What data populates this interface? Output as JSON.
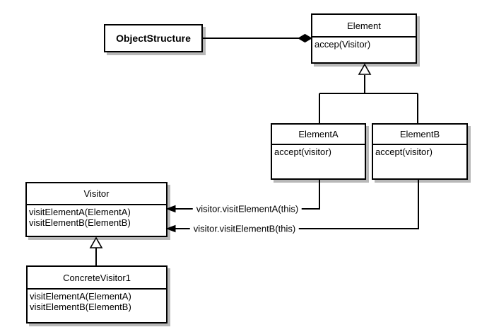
{
  "classes": {
    "object_structure": {
      "name": "ObjectStructure"
    },
    "element": {
      "name": "Element",
      "methods": [
        "accep(Visitor)"
      ]
    },
    "element_a": {
      "name": "ElementA",
      "methods": [
        "accept(visitor)"
      ]
    },
    "element_b": {
      "name": "ElementB",
      "methods": [
        "accept(visitor)"
      ]
    },
    "visitor": {
      "name": "Visitor",
      "methods": [
        "visitElementA(ElementA)",
        "visitElementB(ElementB)"
      ]
    },
    "concrete_visitor1": {
      "name": "ConcreteVisitor1",
      "methods": [
        "visitElementA(ElementA)",
        "visitElementB(ElementB)"
      ]
    }
  },
  "edge_labels": {
    "visit_a": "visitor.visitElementA(this)",
    "visit_b": "visitor.visitElementB(this)"
  },
  "colors": {
    "line": "#000000",
    "box_fill": "#ffffff",
    "box_border": "#000000",
    "shadow": "#b8b8b8",
    "background": "#ffffff",
    "text": "#000000"
  }
}
